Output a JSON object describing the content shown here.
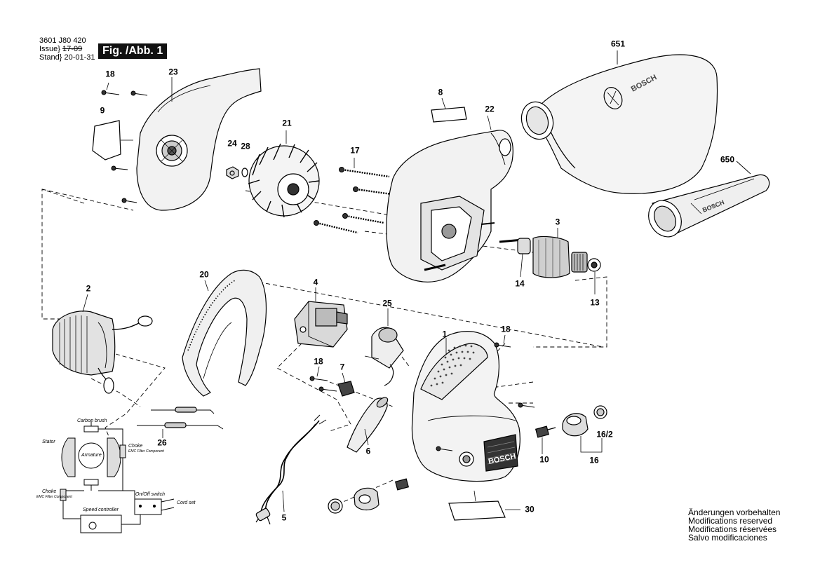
{
  "header": {
    "part_number": "3601 J80 420",
    "issue_label": "Issue",
    "issue_value": "17-09",
    "stand_label": "Stand",
    "stand_value": "20-01-31",
    "figure": "Fig. /Abb. 1"
  },
  "callouts": {
    "c651": "651",
    "c650": "650",
    "c18a": "18",
    "c23": "23",
    "c9": "9",
    "c21": "21",
    "c24": "24",
    "c28": "28",
    "c8": "8",
    "c22": "22",
    "c17": "17",
    "c3": "3",
    "c14": "14",
    "c13": "13",
    "c2": "2",
    "c20": "20",
    "c4": "4",
    "c25": "25",
    "c1": "1",
    "c18b": "18",
    "c18c": "18",
    "c7": "7",
    "c26": "26",
    "c6": "6",
    "c10": "10",
    "c16_2": "16/2",
    "c16": "16",
    "c5": "5",
    "c30": "30"
  },
  "brand": {
    "logo_text_tube": "BOSCH",
    "logo_text_bag": "BOSCH",
    "logo_text_housing": "BOSCH"
  },
  "schematic": {
    "carbon_brush": "Carbon brush",
    "stator": "Stator",
    "armature": "Armature",
    "choke_right": "Choke",
    "choke_right_sub": "EMC Filter Component",
    "choke_left": "Choke",
    "choke_left_sub": "EMC Filter Component",
    "onoff_switch": "On/Off switch",
    "cord_set": "Cord set",
    "speed_controller": "Speed controller"
  },
  "notes": {
    "de": "Änderungen vorbehalten",
    "en": "Modifications reserved",
    "fr": "Modifications réservées",
    "es": "Salvo modificaciones"
  },
  "colors": {
    "ink": "#000000",
    "paper": "#ffffff",
    "part_fill": "#f2f2f2",
    "shade": "#bdbdbd",
    "dark": "#222222"
  }
}
